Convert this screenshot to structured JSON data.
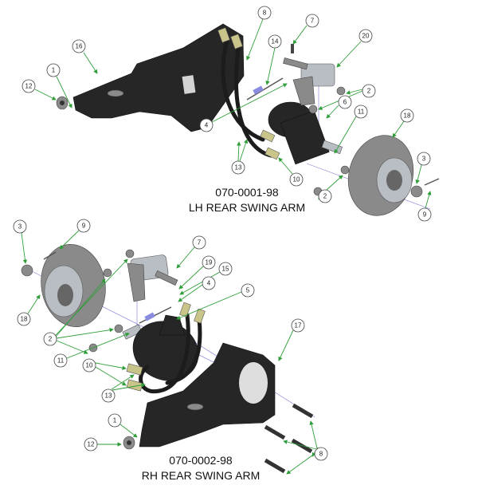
{
  "assemblies": [
    {
      "part_number": "070-0001-98",
      "name": "LH REAR SWING ARM",
      "callouts": [
        "8",
        "7",
        "16",
        "14",
        "20",
        "1",
        "12",
        "2",
        "6",
        "11",
        "18",
        "4",
        "13",
        "10",
        "3",
        "2",
        "9"
      ]
    },
    {
      "part_number": "070-0002-98",
      "name": "RH REAR SWING ARM",
      "callouts": [
        "3",
        "9",
        "7",
        "19",
        "15",
        "4",
        "5",
        "18",
        "17",
        "2",
        "11",
        "10",
        "13",
        "1",
        "12",
        "8"
      ]
    }
  ],
  "colors": {
    "leader": "#2f9e3a",
    "part": "#262626",
    "axis": "#7b7bd8"
  }
}
